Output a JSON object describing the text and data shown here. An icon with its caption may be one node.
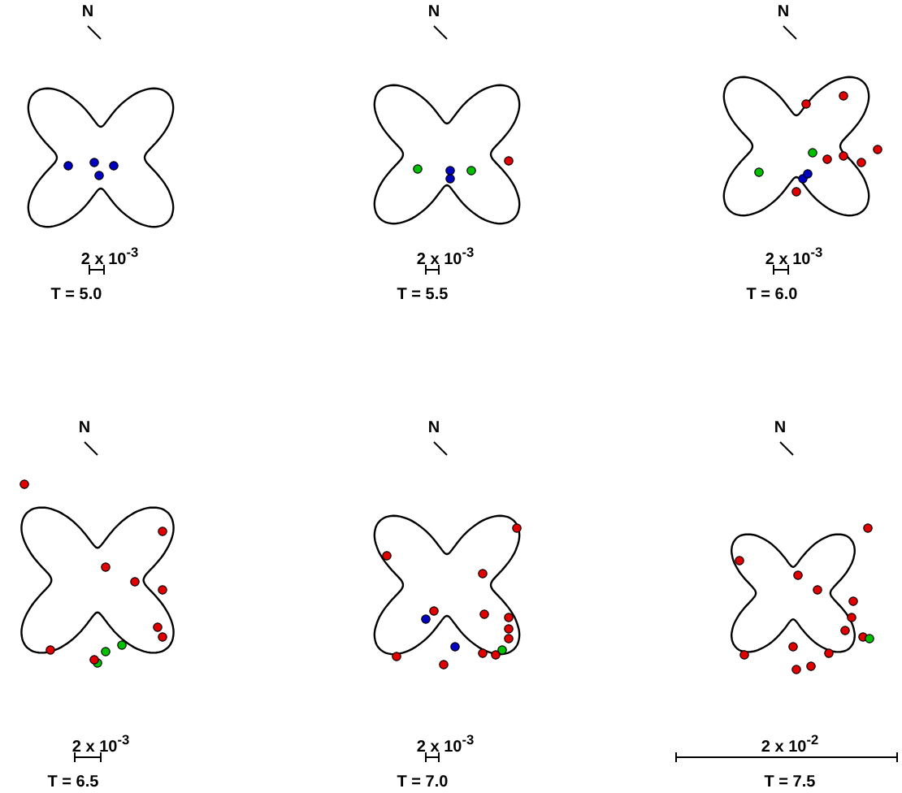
{
  "diagram": {
    "labels": [
      "N",
      "2 x 10$^{-3}$",
      "T = 5.0",
      "N",
      "2 x 10$^{-3}$",
      "T = 5.5",
      "N",
      "2 x 10$^{-3}$",
      "T = 6.0",
      "N",
      "2 x 10$^{-3}$",
      "T = 6.5",
      "N",
      "2 x 10$^{-3}$",
      "T = 7.0",
      "N",
      "2 x 10$^{-2}$",
      "T = 7.5"
    ]
  }
}
